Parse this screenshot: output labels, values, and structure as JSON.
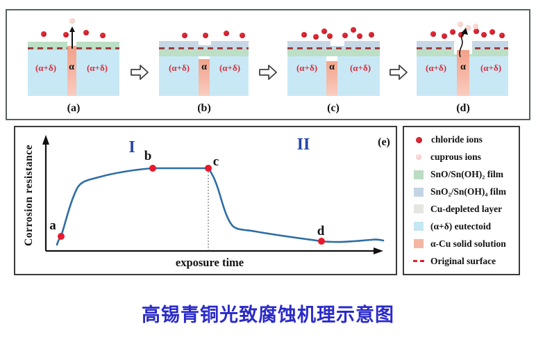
{
  "title": "高锡青铜光致腐蚀机理示意图",
  "stages": {
    "panel_labels": [
      "(a)",
      "(b)",
      "(c)",
      "(d)"
    ],
    "alpha_label": "α",
    "eutectoid_label": "(α+δ)"
  },
  "graph": {
    "panel_label": "(e)",
    "ylabel": "Corrosion resistance",
    "xlabel": "exposure time",
    "stage1_label": "I",
    "stage2_label": "II",
    "point_labels": [
      "a",
      "b",
      "c",
      "d"
    ]
  },
  "legend": {
    "items": [
      {
        "label": "chloride ions",
        "marker": "chloride-dot"
      },
      {
        "label": "cuprous ions",
        "marker": "cuprous-dot"
      },
      {
        "label": "SnO/Sn(OH)₂  film",
        "marker": "sno-film"
      },
      {
        "label": "SnO₂/Sn(OH)₄ film",
        "marker": "sno2-film"
      },
      {
        "label": "Cu-depleted layer",
        "marker": "cu-depleted"
      },
      {
        "label": "(α+δ) eutectoid",
        "marker": "eutectoid"
      },
      {
        "label": "α-Cu solid solution",
        "marker": "alpha-cu"
      },
      {
        "label": "Original surface",
        "marker": "original-surface"
      }
    ]
  },
  "colors": {
    "curve": "#2e6da4",
    "points": "#e8192c",
    "stage_labels": "#2646a8",
    "title": "#2a2ac9",
    "chloride_ion": "#d1202f",
    "cuprous_ion": "#f2c6bd",
    "sno_film": "#bcdfc5",
    "sno2_film": "#c7d7e5",
    "cu_depleted": "#e5e5e2",
    "eutectoid": "#c9e8f5",
    "alpha_cu": "#f5b5a3",
    "original_surface": "#9c3f3f"
  },
  "chart_data": {
    "type": "line",
    "title": "(e) corrosion resistance vs exposure time (qualitative)",
    "xlabel": "exposure time",
    "ylabel": "Corrosion resistance",
    "axes_numeric": false,
    "grid": false,
    "series": [
      {
        "name": "corrosion resistance",
        "x_norm": [
          0.03,
          0.05,
          0.09,
          0.15,
          0.23,
          0.32,
          0.48,
          0.52,
          0.56,
          0.62,
          0.71,
          0.82,
          0.93,
          1.0
        ],
        "y_norm": [
          0.03,
          0.13,
          0.55,
          0.68,
          0.74,
          0.77,
          0.77,
          0.5,
          0.23,
          0.18,
          0.13,
          0.09,
          0.1,
          0.1
        ]
      }
    ],
    "marked_points": [
      {
        "label": "a",
        "x_norm": 0.05,
        "y_norm": 0.13
      },
      {
        "label": "b",
        "x_norm": 0.32,
        "y_norm": 0.77
      },
      {
        "label": "c",
        "x_norm": 0.48,
        "y_norm": 0.77
      },
      {
        "label": "d",
        "x_norm": 0.82,
        "y_norm": 0.09
      }
    ],
    "regions": [
      {
        "label": "I",
        "x_range_norm": [
          0.0,
          0.48
        ]
      },
      {
        "label": "II",
        "x_range_norm": [
          0.48,
          1.0
        ]
      }
    ],
    "annotations": [
      "vertical dotted line at point c separating stage I and stage II"
    ]
  }
}
